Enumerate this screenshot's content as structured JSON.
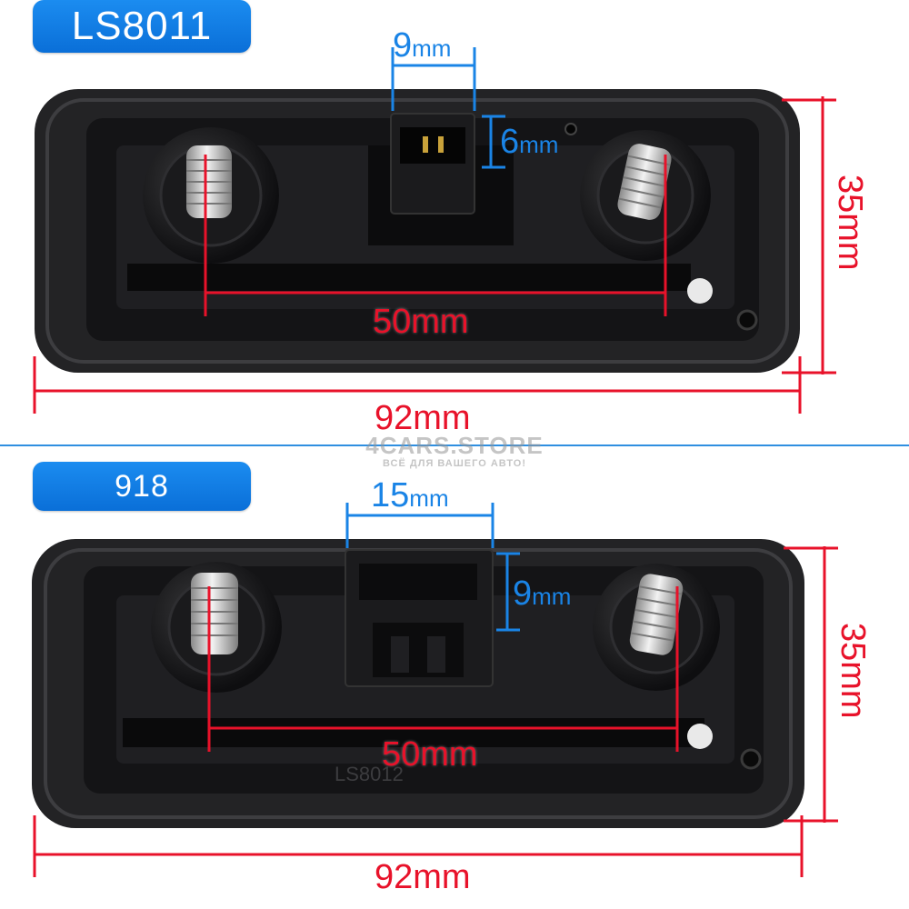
{
  "colors": {
    "badge_blue": "#1b8cf0",
    "dimension_red": "#e8122a",
    "dimension_blue": "#1a84e6",
    "part_black": "#1c1c1e",
    "divider": "#2f8fe0"
  },
  "top_panel": {
    "model_label": "LS8011",
    "connector_width": {
      "value": "9",
      "unit": "mm"
    },
    "connector_height": {
      "value": "6",
      "unit": "mm"
    },
    "stud_spacing": "50mm",
    "overall_width": "92mm",
    "overall_height": "35mm"
  },
  "bottom_panel": {
    "model_label": "918",
    "connector_width": {
      "value": "15",
      "unit": "mm"
    },
    "connector_height": {
      "value": "9",
      "unit": "mm"
    },
    "stud_spacing": "50mm",
    "overall_width": "92mm",
    "overall_height": "35mm",
    "molded_text": "LS8012"
  },
  "watermark": {
    "brand": "4CARS.STORE",
    "tagline": "ВСЁ ДЛЯ ВАШЕГО АВТО!"
  }
}
